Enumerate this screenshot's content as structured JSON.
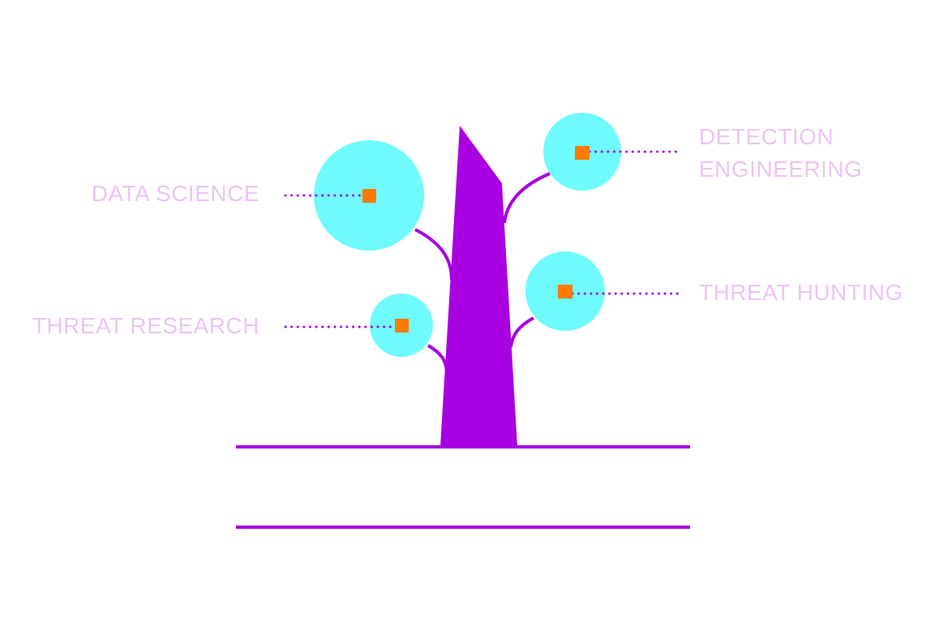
{
  "labels": {
    "data_science": "DATA SCIENCE",
    "threat_research": "THREAT RESEARCH",
    "detection_line1": "DETECTION",
    "detection_line2": "ENGINEERING",
    "threat_hunting": "THREAT HUNTING"
  },
  "colors": {
    "trunk": "#a800e0",
    "leaf": "#6ffbfd",
    "marker": "#ff7b00",
    "label": "#ecc4f4",
    "background": "#ffffff"
  }
}
